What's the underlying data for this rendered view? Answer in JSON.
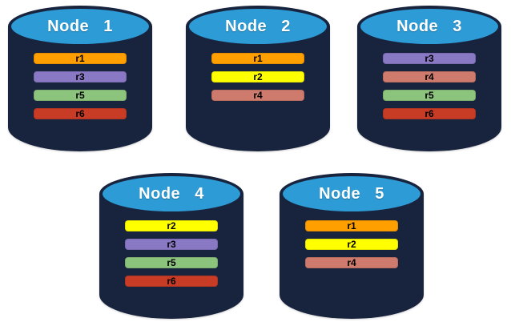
{
  "diagram": {
    "description": "Five database node cylinders showing replica placement",
    "colors": {
      "cylinder_body": "#18243E",
      "cylinder_top": "#2D9BD5",
      "node_label_text": "#FFFFFF",
      "bar_text": "#000000",
      "background": "#FFFFFF"
    },
    "replica_colors": {
      "r1": "#FF9F00",
      "r2": "#FFFF00",
      "r3": "#8979C5",
      "r4": "#CE7B6D",
      "r5": "#8CC47E",
      "r6": "#C83C26"
    },
    "icons": {
      "node_shape": "database-cylinder-icon"
    },
    "nodes": [
      {
        "label": "Node 1",
        "replicas": [
          "r1",
          "r3",
          "r5",
          "r6"
        ]
      },
      {
        "label": "Node 2",
        "replicas": [
          "r1",
          "r2",
          "r4"
        ]
      },
      {
        "label": "Node 3",
        "replicas": [
          "r3",
          "r4",
          "r5",
          "r6"
        ]
      },
      {
        "label": "Node 4",
        "replicas": [
          "r2",
          "r3",
          "r5",
          "r6"
        ]
      },
      {
        "label": "Node 5",
        "replicas": [
          "r1",
          "r2",
          "r4"
        ]
      }
    ]
  }
}
